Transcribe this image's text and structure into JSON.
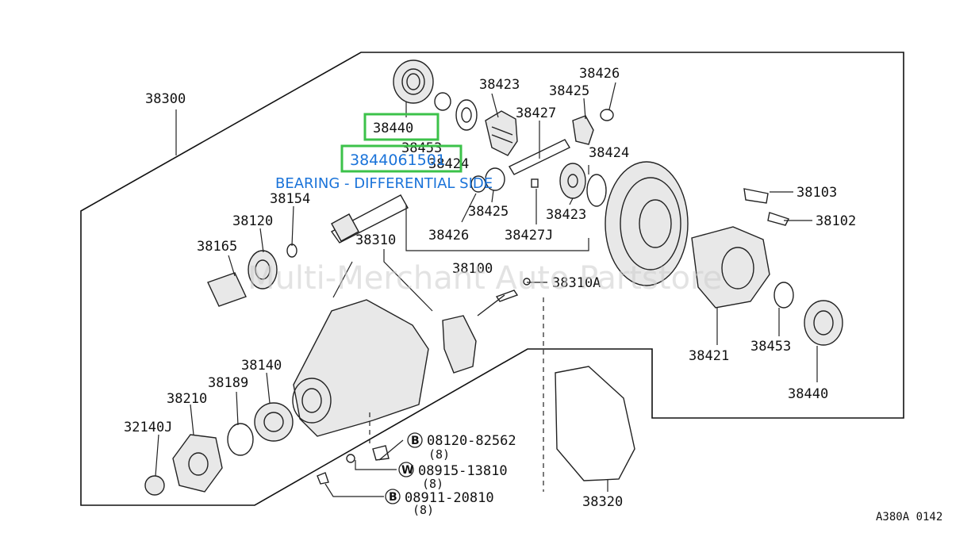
{
  "labels": {
    "l38300": "38300",
    "l38440a": "38440",
    "l38453a": "38453",
    "l38424a": "38424",
    "l38423a": "38423",
    "l38425a": "38425",
    "l38426a": "38426",
    "l38427": "38427",
    "l38424b": "38424",
    "l38154": "38154",
    "l38120": "38120",
    "l38165": "38165",
    "l38310": "38310",
    "l38425b": "38425",
    "l38426b": "38426",
    "l38427J": "38427J",
    "l38423b": "38423",
    "l38100": "38100",
    "l38103": "38103",
    "l38102": "38102",
    "l38310A": "38310A",
    "l38421": "38421",
    "l38453b": "38453",
    "l38440b": "38440",
    "l38140": "38140",
    "l38189": "38189",
    "l38210": "38210",
    "l32140J": "32140J",
    "l38320": "38320"
  },
  "bolts": [
    {
      "marker": "B",
      "part": "08120-82562",
      "qty": "(8)"
    },
    {
      "marker": "W",
      "part": "08915-13810",
      "qty": "(8)"
    },
    {
      "marker": "B",
      "part": "08911-20810",
      "qty": "(8)"
    }
  ],
  "highlight": {
    "part_number": "38440",
    "full_number": "3844061501",
    "description": "BEARING - DIFFERENTIAL SIDE",
    "box_color": "#3cc24a",
    "text_color": "#1a73d9"
  },
  "watermark": "Multi-Merchant Auto Partstore",
  "diagram_ref": "A380A 0142"
}
